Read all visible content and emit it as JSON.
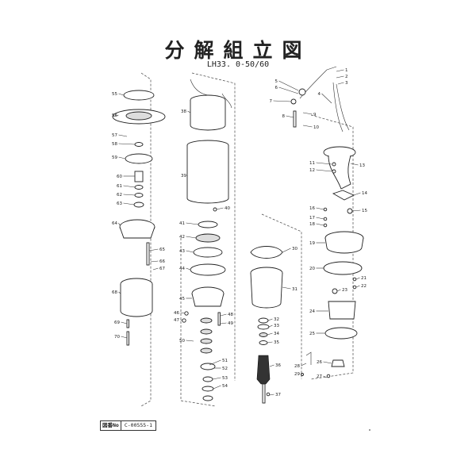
{
  "title": "分解組立図",
  "model": "LH33. 0-50/60",
  "doc": {
    "key": "図番No",
    "value": "C-00555-1"
  },
  "callouts": [
    "1",
    "2",
    "3",
    "4",
    "5",
    "6",
    "7",
    "8",
    "9",
    "10",
    "11",
    "12",
    "13",
    "14",
    "15",
    "16",
    "17",
    "18",
    "19",
    "20",
    "21",
    "22",
    "23",
    "24",
    "25",
    "26",
    "27",
    "28",
    "29",
    "30",
    "31",
    "32",
    "33",
    "34",
    "35",
    "36",
    "37",
    "38",
    "39",
    "40",
    "41",
    "42",
    "43",
    "44",
    "45",
    "46",
    "47",
    "48",
    "49",
    "50",
    "51",
    "52",
    "53",
    "54",
    "55",
    "56",
    "57",
    "58",
    "59",
    "60",
    "61",
    "62",
    "63",
    "64",
    "65",
    "66",
    "67",
    "68",
    "69",
    "70"
  ]
}
